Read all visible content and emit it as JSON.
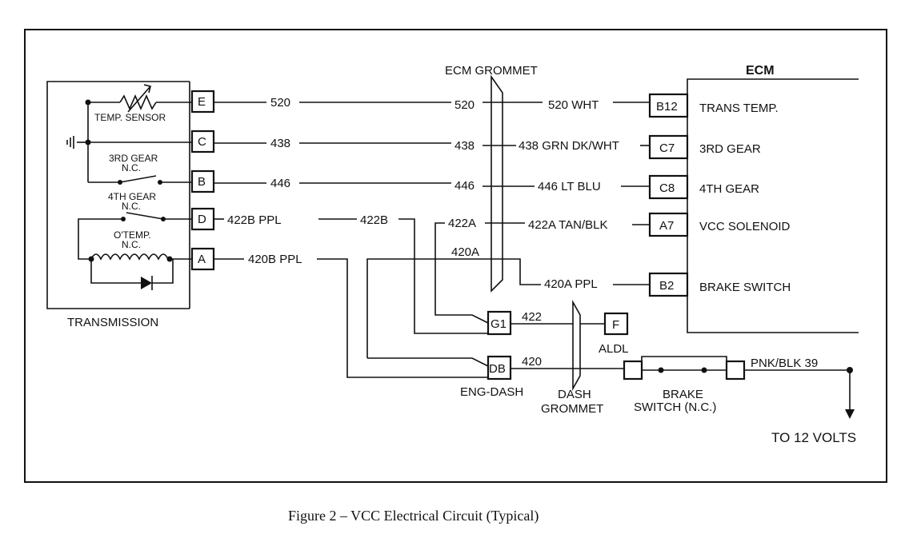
{
  "ecm_grommet_label": "ECM GROMMET",
  "ecm_label": "ECM",
  "transmission_label": "TRANSMISSION",
  "dash_grommet_label_1": "DASH",
  "dash_grommet_label_2": "GROMMET",
  "eng_dash_label": "ENG-DASH",
  "aldl_label": "ALDL",
  "to_12_volts_label": "TO 12 VOLTS",
  "caption": "Figure 2 – VCC Electrical Circuit (Typical)",
  "transmission": {
    "temp_sensor": "TEMP. SENSOR",
    "third_gear_1": "3RD GEAR",
    "third_gear_2": "N.C.",
    "fourth_gear_1": "4TH GEAR",
    "fourth_gear_2": "N.C.",
    "otemp_1": "O'TEMP.",
    "otemp_2": "N.C."
  },
  "trans_pins": [
    "E",
    "C",
    "B",
    "D",
    "A"
  ],
  "wires": {
    "w520_a": "520",
    "w520_b": "520",
    "w520_c": "520 WHT",
    "w438_a": "438",
    "w438_b": "438",
    "w438_c": "438 GRN DK/WHT",
    "w446_a": "446",
    "w446_b": "446",
    "w446_c": "446 LT BLU",
    "w422b_ppl": "422B PPL",
    "w422b": "422B",
    "w422a": "422A",
    "w422a_c": "422A TAN/BLK",
    "w420b_ppl": "420B PPL",
    "w420a": "420A",
    "w420a_ppl": "420A PPL",
    "w422": "422",
    "w420": "420",
    "pnk_blk": "PNK/BLK 39"
  },
  "ecm_pins": [
    "B12",
    "C7",
    "C8",
    "A7",
    "B2"
  ],
  "ecm_functions": [
    "TRANS TEMP.",
    "3RD GEAR",
    "4TH GEAR",
    "VCC SOLENOID",
    "BRAKE SWITCH"
  ],
  "connectors": {
    "g1": "G1",
    "db": "DB",
    "f": "F"
  },
  "brake_switch_1": "BRAKE",
  "brake_switch_2": "SWITCH (N.C.)"
}
